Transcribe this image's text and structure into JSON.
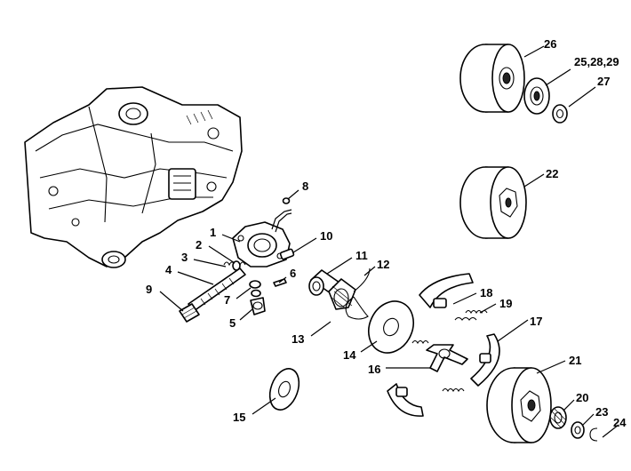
{
  "callouts": [
    {
      "id": "c1",
      "text": "1"
    },
    {
      "id": "c2",
      "text": "2"
    },
    {
      "id": "c3",
      "text": "3"
    },
    {
      "id": "c4",
      "text": "4"
    },
    {
      "id": "c5",
      "text": "5"
    },
    {
      "id": "c6",
      "text": "6"
    },
    {
      "id": "c7",
      "text": "7"
    },
    {
      "id": "c8",
      "text": "8"
    },
    {
      "id": "c9",
      "text": "9"
    },
    {
      "id": "c10",
      "text": "10"
    },
    {
      "id": "c11",
      "text": "11"
    },
    {
      "id": "c12",
      "text": "12"
    },
    {
      "id": "c13",
      "text": "13"
    },
    {
      "id": "c14",
      "text": "14"
    },
    {
      "id": "c15",
      "text": "15"
    },
    {
      "id": "c16",
      "text": "16"
    },
    {
      "id": "c17",
      "text": "17"
    },
    {
      "id": "c18",
      "text": "18"
    },
    {
      "id": "c19",
      "text": "19"
    },
    {
      "id": "c20",
      "text": "20"
    },
    {
      "id": "c21",
      "text": "21"
    },
    {
      "id": "c22",
      "text": "22"
    },
    {
      "id": "c23",
      "text": "23"
    },
    {
      "id": "c24",
      "text": "24"
    },
    {
      "id": "c25",
      "text": "25,28,29"
    },
    {
      "id": "c26",
      "text": "26"
    },
    {
      "id": "c27",
      "text": "27"
    }
  ]
}
